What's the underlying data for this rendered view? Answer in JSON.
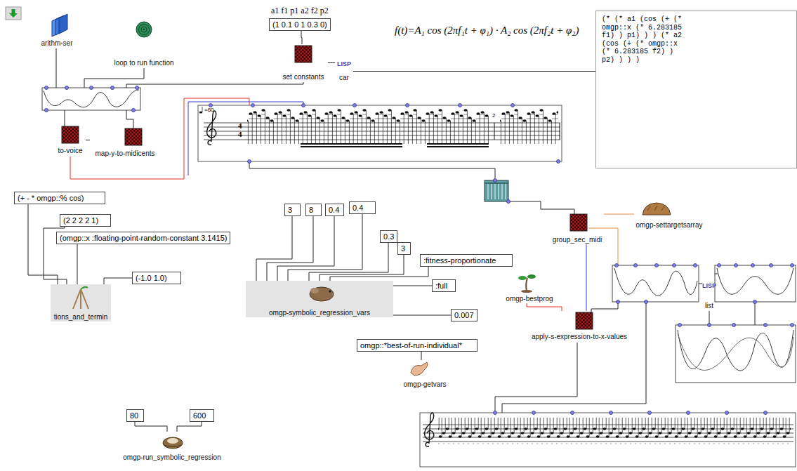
{
  "diagram": {
    "nodes": [
      {
        "text": [
          "arithm-ser"
        ]
      },
      {
        "text": [
          "a1 f1 p1 a2 f2 p2",
          "(1 0.1 0 1 0.3 0)"
        ]
      },
      {
        "text": [
          "(* (* a1 (cos (+ (* omgp::x (* 6.283185 f1) ) p1) ) ) (* a2 (cos (+ (* omgp::x (* 6.283185 f2) ) p2) ) ) )"
        ]
      },
      {
        "text": [
          "loop to run function"
        ]
      },
      {
        "text": [
          "set constants"
        ]
      },
      {
        "text": [
          "LISP",
          "car"
        ]
      },
      {
        "text": [
          "to-voice"
        ]
      },
      {
        "text": [
          "map-y-to-midicents"
        ]
      },
      {
        "text": [
          "(+ - * omgp::% cos)"
        ]
      },
      {
        "text": [
          "omgp-settargetsarray"
        ]
      },
      {
        "text": [
          "3"
        ]
      },
      {
        "text": [
          "8"
        ]
      },
      {
        "text": [
          "0.4"
        ]
      },
      {
        "text": [
          "0.4"
        ]
      },
      {
        "text": [
          "(2 2 2 2 1)"
        ]
      },
      {
        "text": [
          "group_sec_midi"
        ]
      },
      {
        "text": [
          "0.3"
        ]
      },
      {
        "text": [
          "(omgp::x :floating-point-random-constant 3.1415)"
        ]
      },
      {
        "text": [
          "3"
        ]
      },
      {
        "text": [
          ":fitness-proportionate"
        ]
      },
      {
        "text": [
          "(-1.0 1.0)"
        ]
      },
      {
        "text": [
          "omgp-bestprog"
        ]
      },
      {
        "text": [
          ":full"
        ]
      },
      {
        "text": [
          "tions_and_termin"
        ]
      },
      {
        "text": [
          "omgp-symbolic_regression_vars"
        ]
      },
      {
        "text": [
          "LISP",
          "list"
        ]
      },
      {
        "text": [
          "0.007"
        ]
      },
      {
        "text": [
          "apply-s-expression-to-x-values"
        ]
      },
      {
        "text": [
          "omgp::*best-of-run-individual*"
        ]
      },
      {
        "text": [
          "omgp-getvars"
        ]
      },
      {
        "text": [
          "80"
        ]
      },
      {
        "text": [
          "600"
        ]
      },
      {
        "text": [
          "omgp-run_symbolic_regression"
        ]
      }
    ],
    "edges": [
      {
        "from": 1,
        "to": 4,
        "arrow": "none"
      },
      {
        "from": 2,
        "to": 5,
        "arrow": "none"
      },
      {
        "from": 5,
        "to": 4,
        "arrow": "none"
      },
      {
        "from": 7,
        "to": 6,
        "arrow": "none"
      },
      {
        "from": 8,
        "to": 23,
        "arrow": "none"
      },
      {
        "from": 14,
        "to": 23,
        "arrow": "none"
      },
      {
        "from": 17,
        "to": 23,
        "arrow": "none"
      },
      {
        "from": 20,
        "to": 23,
        "arrow": "none"
      },
      {
        "from": 10,
        "to": 24,
        "arrow": "none"
      },
      {
        "from": 11,
        "to": 24,
        "arrow": "none"
      },
      {
        "from": 12,
        "to": 24,
        "arrow": "none"
      },
      {
        "from": 13,
        "to": 24,
        "arrow": "none"
      },
      {
        "from": 16,
        "to": 24,
        "arrow": "none"
      },
      {
        "from": 18,
        "to": 24,
        "arrow": "none"
      },
      {
        "from": 19,
        "to": 24,
        "arrow": "none"
      },
      {
        "from": 22,
        "to": 24,
        "arrow": "none"
      },
      {
        "from": 26,
        "to": 24,
        "arrow": "none"
      },
      {
        "from": 15,
        "to": 9,
        "arrow": "none"
      },
      {
        "from": 15,
        "to": 27,
        "arrow": "none"
      },
      {
        "from": 21,
        "to": 27,
        "arrow": "none"
      },
      {
        "from": 28,
        "to": 29,
        "arrow": "none"
      },
      {
        "from": 30,
        "to": 32,
        "arrow": "none"
      },
      {
        "from": 31,
        "to": 32,
        "arrow": "none"
      }
    ],
    "labels": [
      "=60",
      "4",
      "4",
      "2",
      "f(t)=A₁ cos (2πf₁t + φ₁) · A₂ cos (2πf₂t + φ₂)"
    ]
  }
}
